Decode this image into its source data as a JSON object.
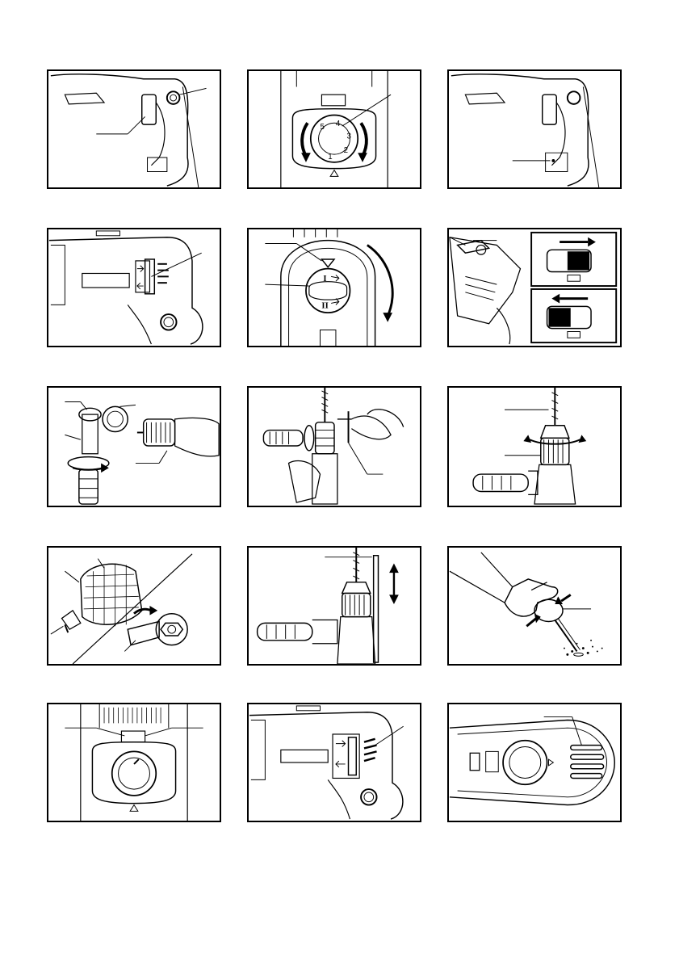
{
  "page": {
    "figures": [
      {
        "id": 1,
        "subject": "drill-handle-switch-lock"
      },
      {
        "id": 2,
        "subject": "speed-dial"
      },
      {
        "id": 3,
        "subject": "drill-handle-trigger"
      },
      {
        "id": 4,
        "subject": "reversing-switch-side"
      },
      {
        "id": 5,
        "subject": "mode-change-knob"
      },
      {
        "id": 6,
        "subject": "reversing-switch-detail"
      },
      {
        "id": 7,
        "subject": "side-grip-install"
      },
      {
        "id": 8,
        "subject": "depth-gauge-adjust"
      },
      {
        "id": 9,
        "subject": "keyless-chuck"
      },
      {
        "id": 10,
        "subject": "chuck-and-wrench"
      },
      {
        "id": 11,
        "subject": "depth-rod"
      },
      {
        "id": 12,
        "subject": "blow-out-bulb"
      },
      {
        "id": 13,
        "subject": "top-view-dial"
      },
      {
        "id": 14,
        "subject": "vent-side-view"
      },
      {
        "id": 15,
        "subject": "vent-top-view"
      }
    ],
    "dial_numbers": [
      "1",
      "2",
      "3",
      "4",
      "5"
    ],
    "mode_labels": [
      "I",
      "II"
    ],
    "colors": {
      "line": "#000000",
      "background": "#ffffff"
    }
  }
}
